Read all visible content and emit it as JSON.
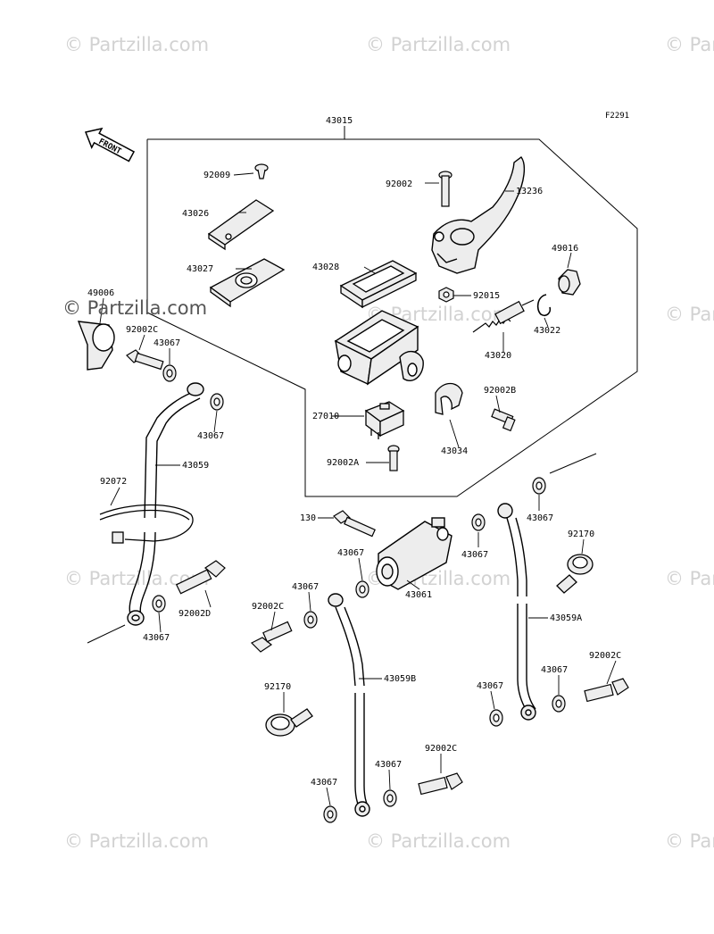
{
  "diagram_code": "F2291",
  "front_label": "FRONT",
  "watermark_text": "© Partzilla.com",
  "watermark_dark_text": "© Partzilla.com",
  "callouts": [
    {
      "id": "43015",
      "label": "43015"
    },
    {
      "id": "92009",
      "label": "92009"
    },
    {
      "id": "92002-top",
      "label": "92002"
    },
    {
      "id": "13236",
      "label": "13236"
    },
    {
      "id": "43026",
      "label": "43026"
    },
    {
      "id": "49016",
      "label": "49016"
    },
    {
      "id": "43027",
      "label": "43027"
    },
    {
      "id": "43028",
      "label": "43028"
    },
    {
      "id": "92015",
      "label": "92015"
    },
    {
      "id": "43022",
      "label": "43022"
    },
    {
      "id": "49006",
      "label": "49006"
    },
    {
      "id": "92002C-a",
      "label": "92002C"
    },
    {
      "id": "43067-a",
      "label": "43067"
    },
    {
      "id": "43020",
      "label": "43020"
    },
    {
      "id": "92002B",
      "label": "92002B"
    },
    {
      "id": "27010",
      "label": "27010"
    },
    {
      "id": "43067-b",
      "label": "43067"
    },
    {
      "id": "43034",
      "label": "43034"
    },
    {
      "id": "43059",
      "label": "43059"
    },
    {
      "id": "92002A",
      "label": "92002A"
    },
    {
      "id": "92072",
      "label": "92072"
    },
    {
      "id": "43067-c",
      "label": "43067"
    },
    {
      "id": "130",
      "label": "130"
    },
    {
      "id": "92170-a",
      "label": "92170"
    },
    {
      "id": "43067-d",
      "label": "43067"
    },
    {
      "id": "43067-e",
      "label": "43067"
    },
    {
      "id": "43061",
      "label": "43061"
    },
    {
      "id": "43067-f",
      "label": "43067"
    },
    {
      "id": "92002C-b",
      "label": "92002C"
    },
    {
      "id": "43059A",
      "label": "43059A"
    },
    {
      "id": "92002D",
      "label": "92002D"
    },
    {
      "id": "43067-g",
      "label": "43067"
    },
    {
      "id": "92170-b",
      "label": "92170"
    },
    {
      "id": "43059B",
      "label": "43059B"
    },
    {
      "id": "92002C-c",
      "label": "92002C"
    },
    {
      "id": "43067-h",
      "label": "43067"
    },
    {
      "id": "43067-i",
      "label": "43067"
    },
    {
      "id": "92002C-d",
      "label": "92002C"
    },
    {
      "id": "43067-j",
      "label": "43067"
    },
    {
      "id": "43067-k",
      "label": "43067"
    }
  ],
  "colors": {
    "line": "#000000",
    "part_fill": "#ededed",
    "watermark": "#d2d2d2"
  }
}
